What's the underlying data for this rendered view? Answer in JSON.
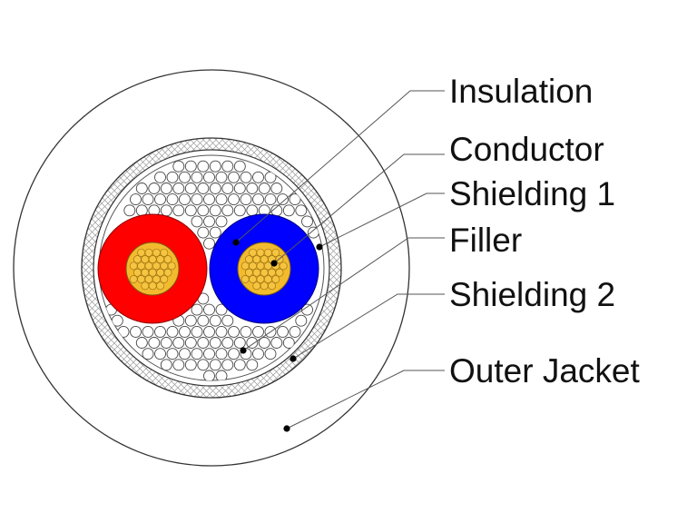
{
  "labels": {
    "insulation": "Insulation",
    "conductor": "Conductor",
    "shielding_1": "Shielding 1",
    "filler": "Filler",
    "shielding_2": "Shielding 2",
    "outer_jacket": "Outer Jacket"
  },
  "colors": {
    "left_insulation": "#ff0000",
    "right_insulation": "#0000ff",
    "conductor": "#f2bb2e",
    "outline": "#333333",
    "leader_line": "#555555"
  }
}
